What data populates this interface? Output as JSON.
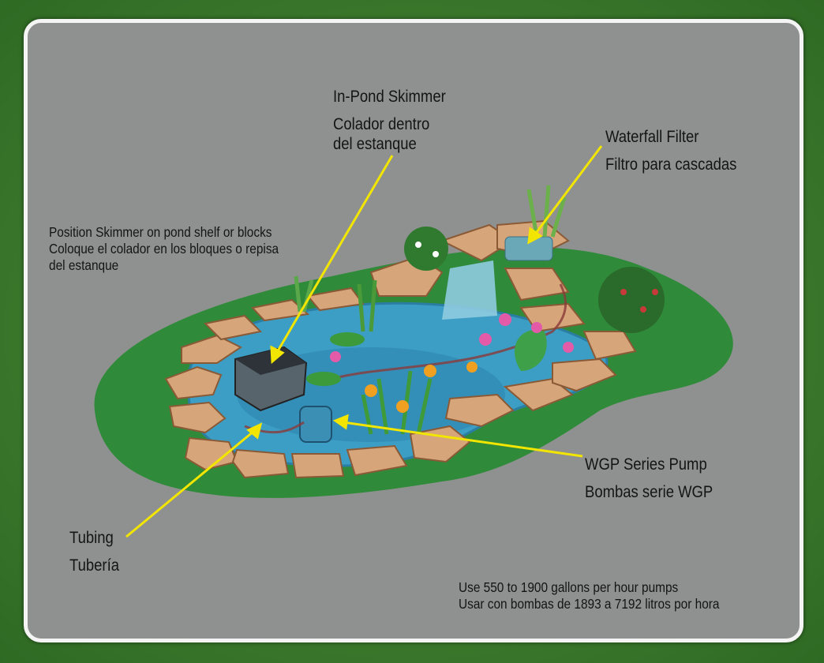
{
  "labels": {
    "skimmer": {
      "en": "In-Pond Skimmer",
      "es_1": "Colador dentro",
      "es_2": "del estanque"
    },
    "waterfall": {
      "en": "Waterfall Filter",
      "es": "Filtro para cascadas"
    },
    "position_note": {
      "en": "Position Skimmer on pond shelf or blocks",
      "es_1": "Coloque el colador en los bloques o repisa",
      "es_2": "del estanque"
    },
    "pump": {
      "en": "WGP Series Pump",
      "es": "Bombas serie WGP"
    },
    "tubing": {
      "en": "Tubing",
      "es": "Tubería"
    },
    "flow_note": {
      "en": "Use 550 to 1900 gallons per hour pumps",
      "es": "Usar con bombas de 1893 a 7192 litros por hora"
    }
  },
  "colors": {
    "panel": "#8f9190",
    "arrow": "#f2e600",
    "lawn": "#2f8a3a",
    "water": "#3c9ec4",
    "stone": "#d6a57a"
  }
}
